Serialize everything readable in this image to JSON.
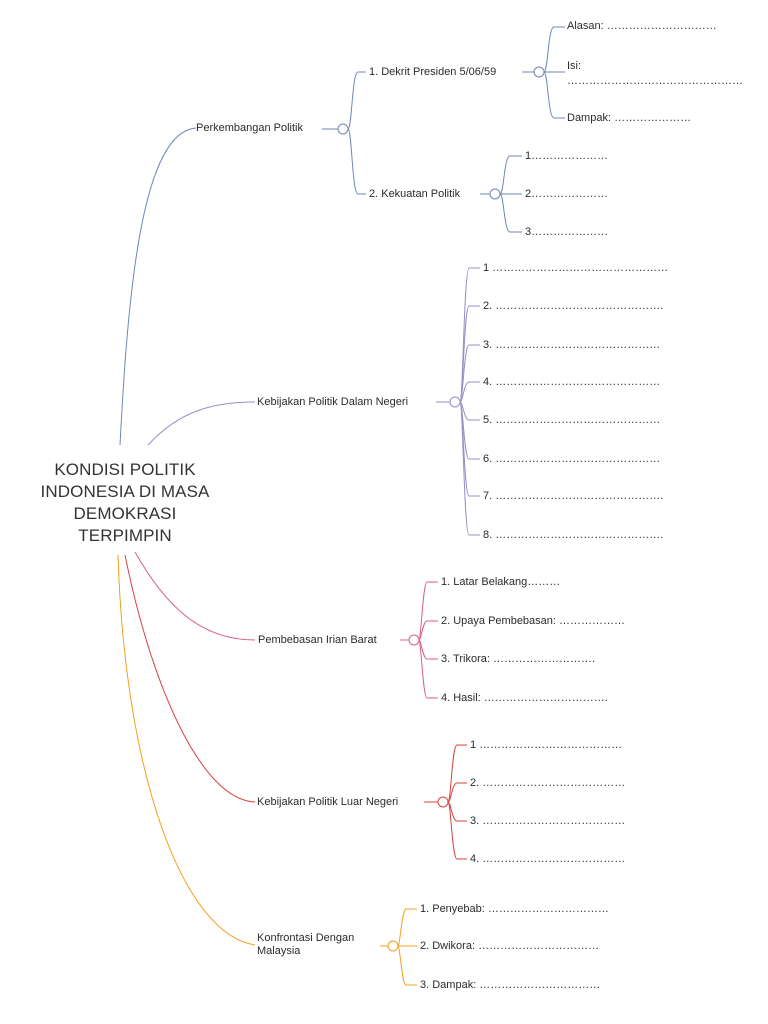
{
  "root": {
    "title": "KONDISI POLITIK\nINDONESIA DI MASA\nDEMOKRASI\nTERPIMPIN"
  },
  "colors": {
    "blue": "#6f86b8",
    "lavender": "#9a8fc4",
    "pink": "#d95b8f",
    "red": "#d94343",
    "orange": "#f0a020"
  },
  "branches": [
    {
      "label": "Perkembangan Politik",
      "color": "blue",
      "children": [
        {
          "label": "1. Dekrit Presiden 5/06/59",
          "children": [
            "Alasan: …………………………",
            "Isi: …………………………………………",
            "Dampak: …………………"
          ]
        },
        {
          "label": "2. Kekuatan Politik",
          "children": [
            "1…………………",
            "2…………………",
            "3…………………"
          ]
        }
      ]
    },
    {
      "label": "Kebijakan Politik Dalam Negeri",
      "color": "lavender",
      "children": [
        "1 …………………………………………",
        "2. ……………………………………….",
        "3. ………………………………………",
        "4. ………………………………………",
        "5. ………………………………………",
        "6. ………………………………………",
        "7. ……………………………………….",
        "8. ………………………………………."
      ]
    },
    {
      "label": "Pembebasan Irian Barat",
      "color": "pink",
      "children": [
        "1. Latar Belakang………",
        "2. Upaya Pembebasan: ………………",
        "3. Trikora: ……………………….",
        "4. Hasil: ……………………………."
      ]
    },
    {
      "label": "Kebijakan Politik Luar Negeri",
      "color": "red",
      "children": [
        "1 …………………………………",
        "2. …………………………………",
        "3. …………………………………",
        "4. …………………………………"
      ]
    },
    {
      "label": "Konfrontasi Dengan Malaysia",
      "color": "orange",
      "children": [
        "1. Penyebab: ……………………………",
        "2. Dwikora: ……………………………",
        "3. Dampak: ……………………………"
      ]
    }
  ]
}
